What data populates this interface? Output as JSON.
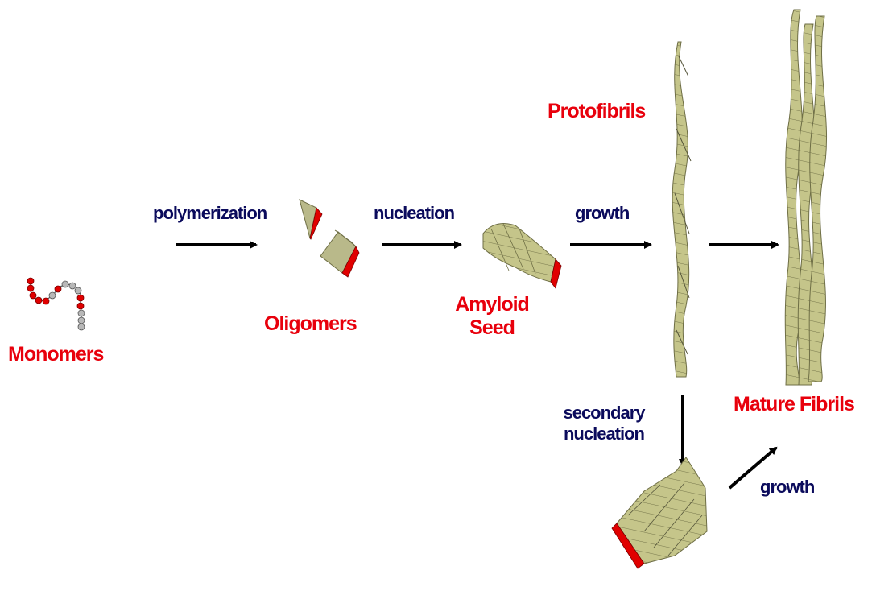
{
  "labels": {
    "monomers": "Monomers",
    "oligomers": "Oligomers",
    "amyloid_seed_line1": "Amyloid",
    "amyloid_seed_line2": "Seed",
    "protofibrils": "Protofibrils",
    "mature_fibrils": "Mature Fibrils"
  },
  "steps": {
    "polymerization": "polymerization",
    "nucleation": "nucleation",
    "growth_1": "growth",
    "secondary_nucleation_line1": "secondary",
    "secondary_nucleation_line2": "nucleation",
    "growth_2": "growth"
  },
  "colors": {
    "species_label": "#e8000c",
    "process_label": "#0b0b5c",
    "fibril_fill": "#c5c58a",
    "fibril_stroke": "#6e6e45",
    "seed_face": "#e00000",
    "bead_red": "#e00000",
    "bead_grey": "#b8b8b8",
    "arrow": "#000000"
  }
}
